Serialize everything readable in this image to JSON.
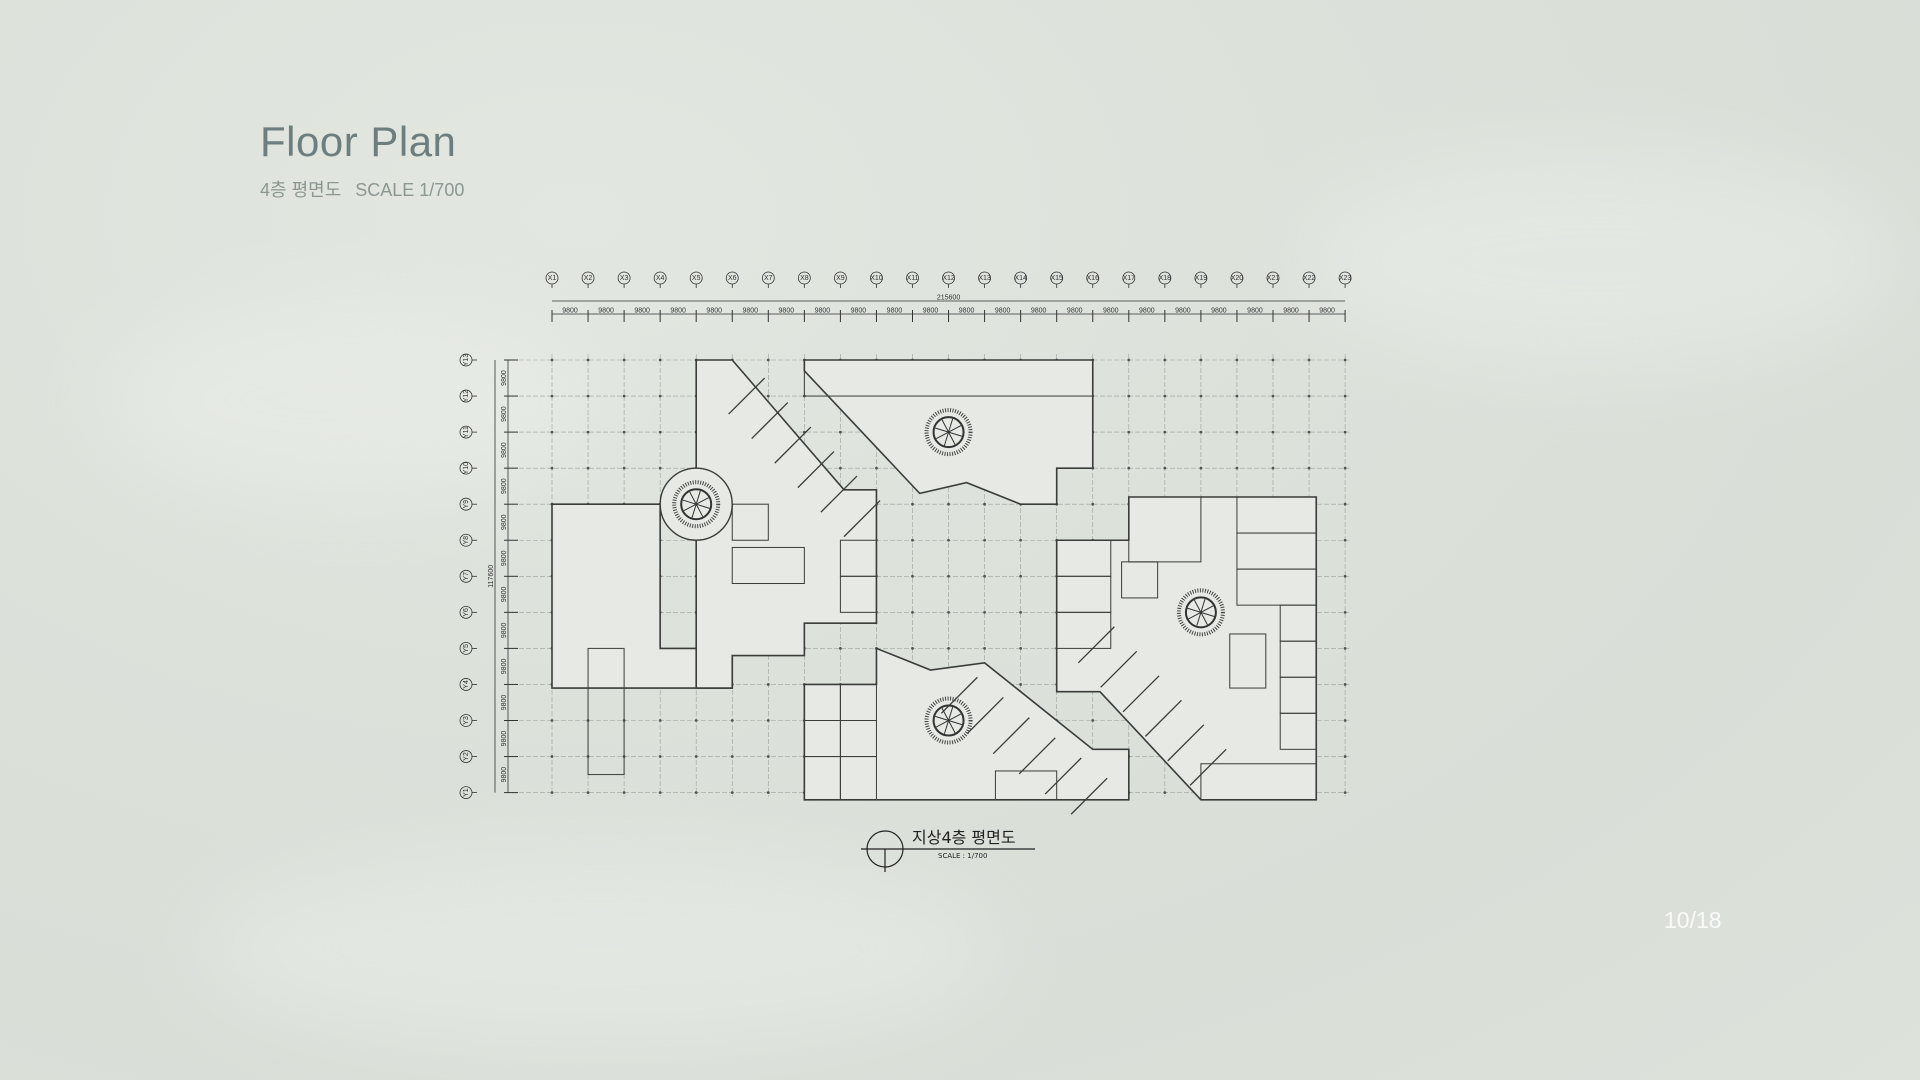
{
  "header": {
    "title": "Floor Plan",
    "subtitle_floor": "4층 평면도",
    "subtitle_scale": "SCALE 1/700"
  },
  "plan": {
    "x_axes": [
      "X1",
      "X2",
      "X3",
      "X4",
      "X5",
      "X6",
      "X7",
      "X8",
      "X9",
      "X10",
      "X11",
      "X12",
      "X13",
      "X14",
      "X15",
      "X16",
      "X17",
      "X18",
      "X19",
      "X20",
      "X21",
      "X22",
      "X23"
    ],
    "y_axes": [
      "Y13",
      "Y12",
      "Y11",
      "Y10",
      "Y9",
      "Y8",
      "Y7",
      "Y6",
      "Y5",
      "Y4",
      "Y3",
      "Y2",
      "Y1"
    ],
    "bay_dimension": "9800",
    "total_width": "215600",
    "total_depth": "117600"
  },
  "caption": {
    "title": "지상4층 평면도",
    "scale": "SCALE : 1/700"
  },
  "page_indicator": "10/18"
}
